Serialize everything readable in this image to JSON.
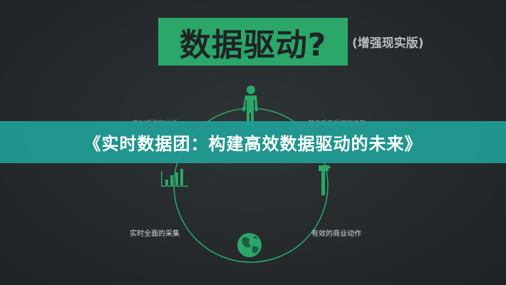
{
  "slide": {
    "title": "数据驱动?",
    "subtitle": "(增强现实版)"
  },
  "cycle": {
    "labels": {
      "top_left": "实时观测和分析",
      "top_right": "基于现实反馈的决策",
      "bottom_left": "实时全面的采集",
      "bottom_right": "有效的商业动作"
    },
    "icons": {
      "top": "person-icon",
      "right": "hammer-icon",
      "bottom": "globe-icon",
      "left": "bar-chart-icon"
    },
    "colors": {
      "accent": "#2aa769",
      "ring": "#2aa769",
      "banner": "#209e96",
      "background": "#25292b"
    }
  },
  "banner": {
    "text": "《实时数据团：构建高效数据驱动的未来》"
  }
}
